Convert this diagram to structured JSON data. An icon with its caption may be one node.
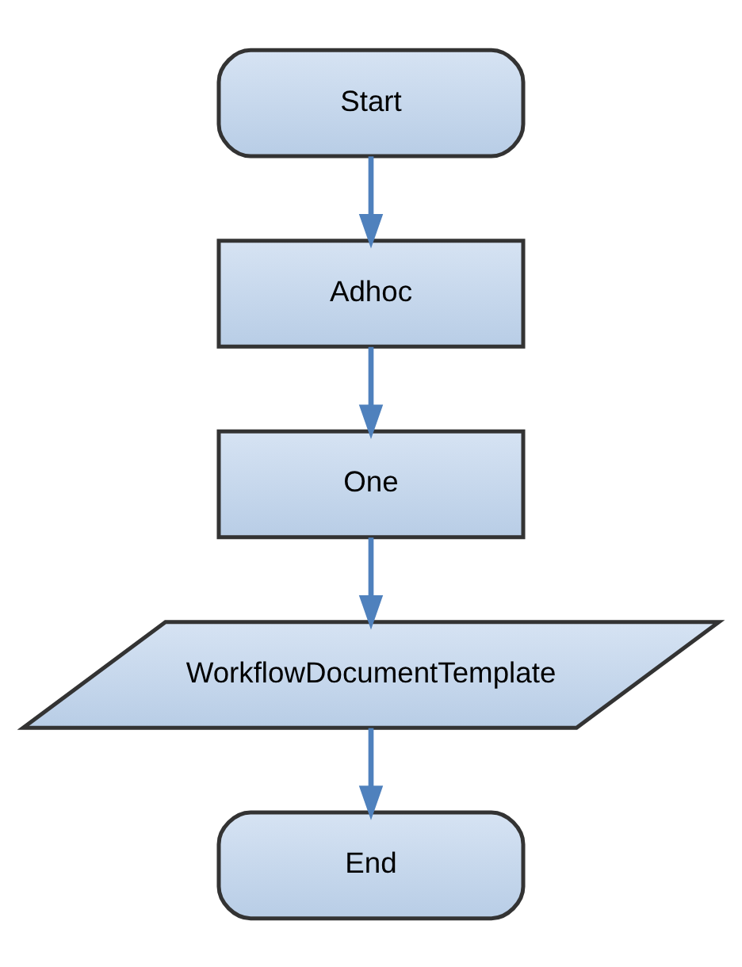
{
  "diagram": {
    "nodes": [
      {
        "text": [
          "Start"
        ]
      },
      {
        "text": [
          "Adhoc"
        ]
      },
      {
        "text": [
          "One"
        ]
      },
      {
        "text": [
          "WorkflowDocumentTemplate"
        ]
      },
      {
        "text": [
          "End"
        ]
      }
    ],
    "edges": [
      {
        "from": 0,
        "to": 1,
        "arrow": "to"
      },
      {
        "from": 1,
        "to": 2,
        "arrow": "to"
      },
      {
        "from": 2,
        "to": 3,
        "arrow": "to"
      },
      {
        "from": 3,
        "to": 4,
        "arrow": "to"
      }
    ]
  }
}
